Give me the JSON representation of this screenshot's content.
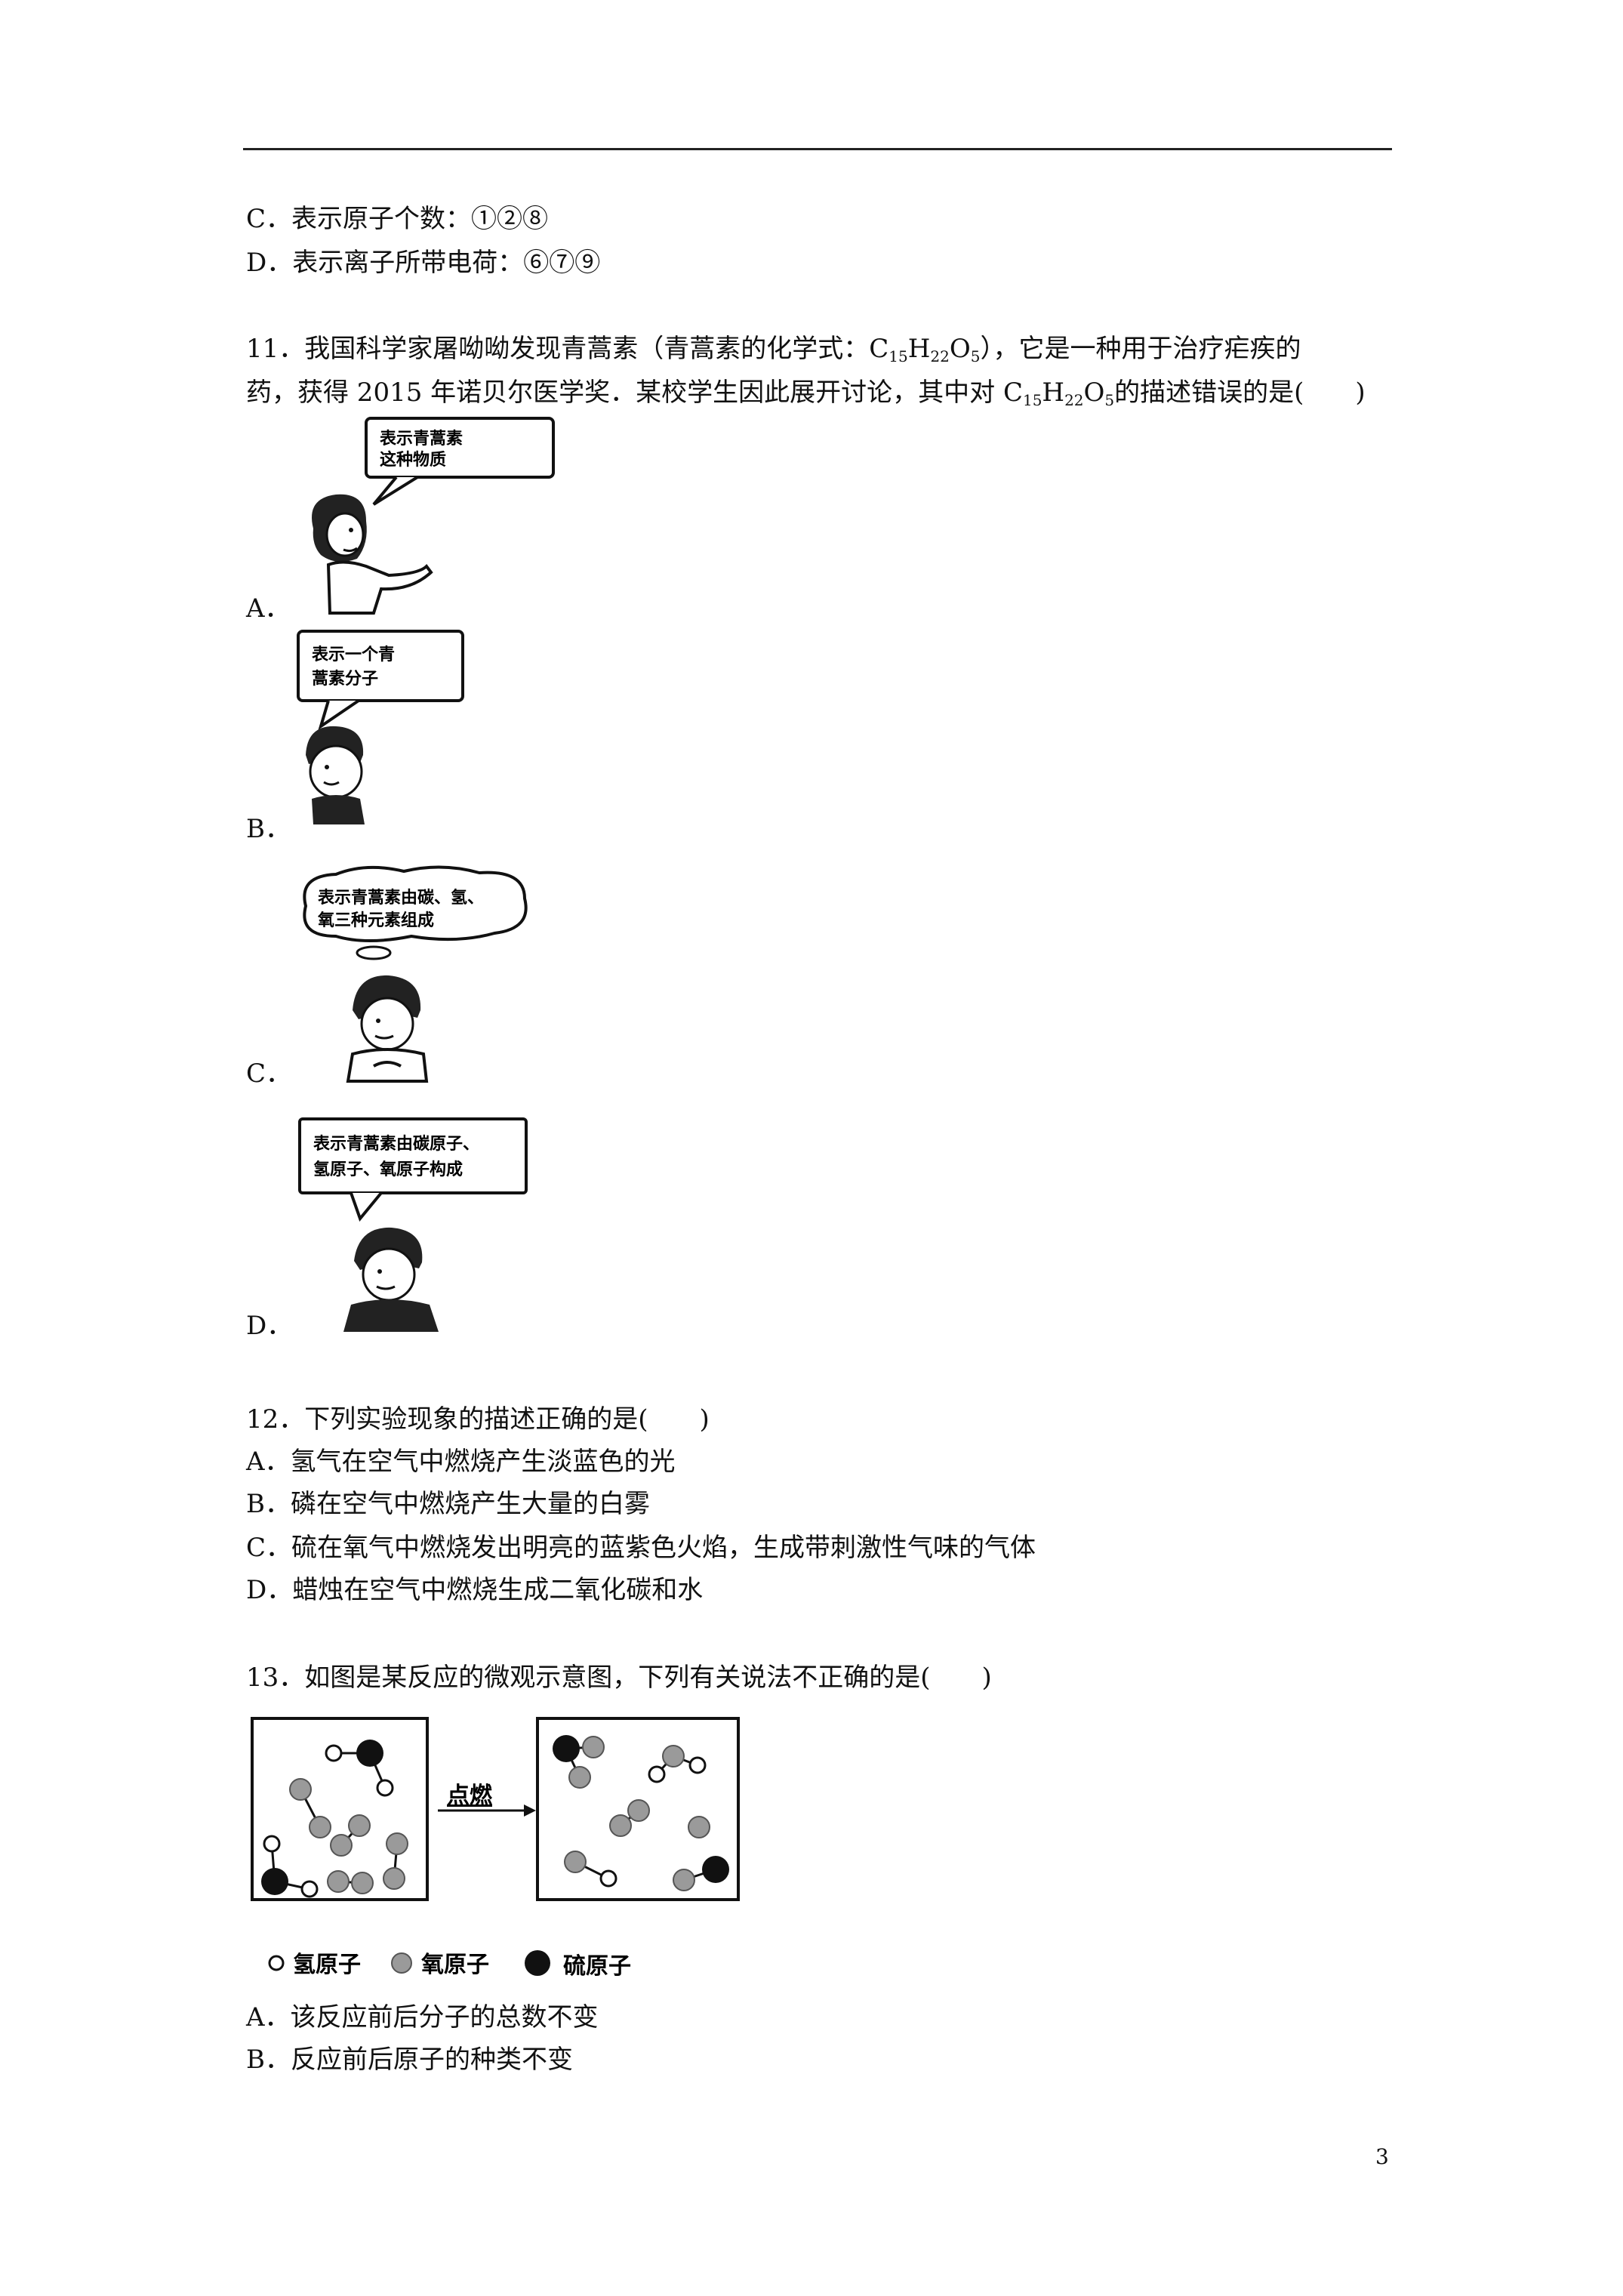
{
  "header": {},
  "q10_tail": {
    "optC": "C．表示原子个数：①②⑧",
    "optD": "D．表示离子所带电荷：⑥⑦⑨"
  },
  "q11": {
    "line1_pre": "11．我国科学家屠呦呦发现青蒿素（青蒿素的化学式：C",
    "line1_post": "），它是一种用于治疗疟疾的",
    "line2_pre": "药，获得 2015 年诺贝尔医学奖．某校学生因此展开讨论，其中对 C",
    "line2_post": "的描述错误的是(　　)",
    "formula_sub_c": "15",
    "formula_h": "H",
    "formula_sub_h": "22",
    "formula_o": "O",
    "formula_sub_o": "5",
    "options": [
      {
        "letter": "A．",
        "bubble": [
          "表示青蒿素",
          "这种物质"
        ]
      },
      {
        "letter": "B．",
        "bubble": [
          "表示一个青",
          "蒿素分子"
        ]
      },
      {
        "letter": "C．",
        "bubble": [
          "表示青蒿素由碳、氢、",
          "氧三种元素组成"
        ]
      },
      {
        "letter": "D．",
        "bubble": [
          "表示青蒿素由碳原子、",
          "氢原子、氧原子构成"
        ]
      }
    ]
  },
  "q12": {
    "stem": "12．下列实验现象的描述正确的是(　　)",
    "optA": "A．氢气在空气中燃烧产生淡蓝色的光",
    "optB": "B．磷在空气中燃烧产生大量的白雾",
    "optC": "C．硫在氧气中燃烧发出明亮的蓝紫色火焰，生成带刺激性气味的气体",
    "optD": "D．蜡烛在空气中燃烧生成二氧化碳和水"
  },
  "q13": {
    "stem": "13．如图是某反应的微观示意图，下列有关说法不正确的是(　　)",
    "arrow_label": "点燃",
    "legend": {
      "h": "氢原子",
      "o": "氧原子",
      "s": "硫原子"
    },
    "colors": {
      "h": "#ffffff",
      "o": "#9a9a9a",
      "s": "#111111"
    },
    "optA": "A．该反应前后分子的总数不变",
    "optB": "B．反应前后原子的种类不变"
  },
  "page_number": "3"
}
